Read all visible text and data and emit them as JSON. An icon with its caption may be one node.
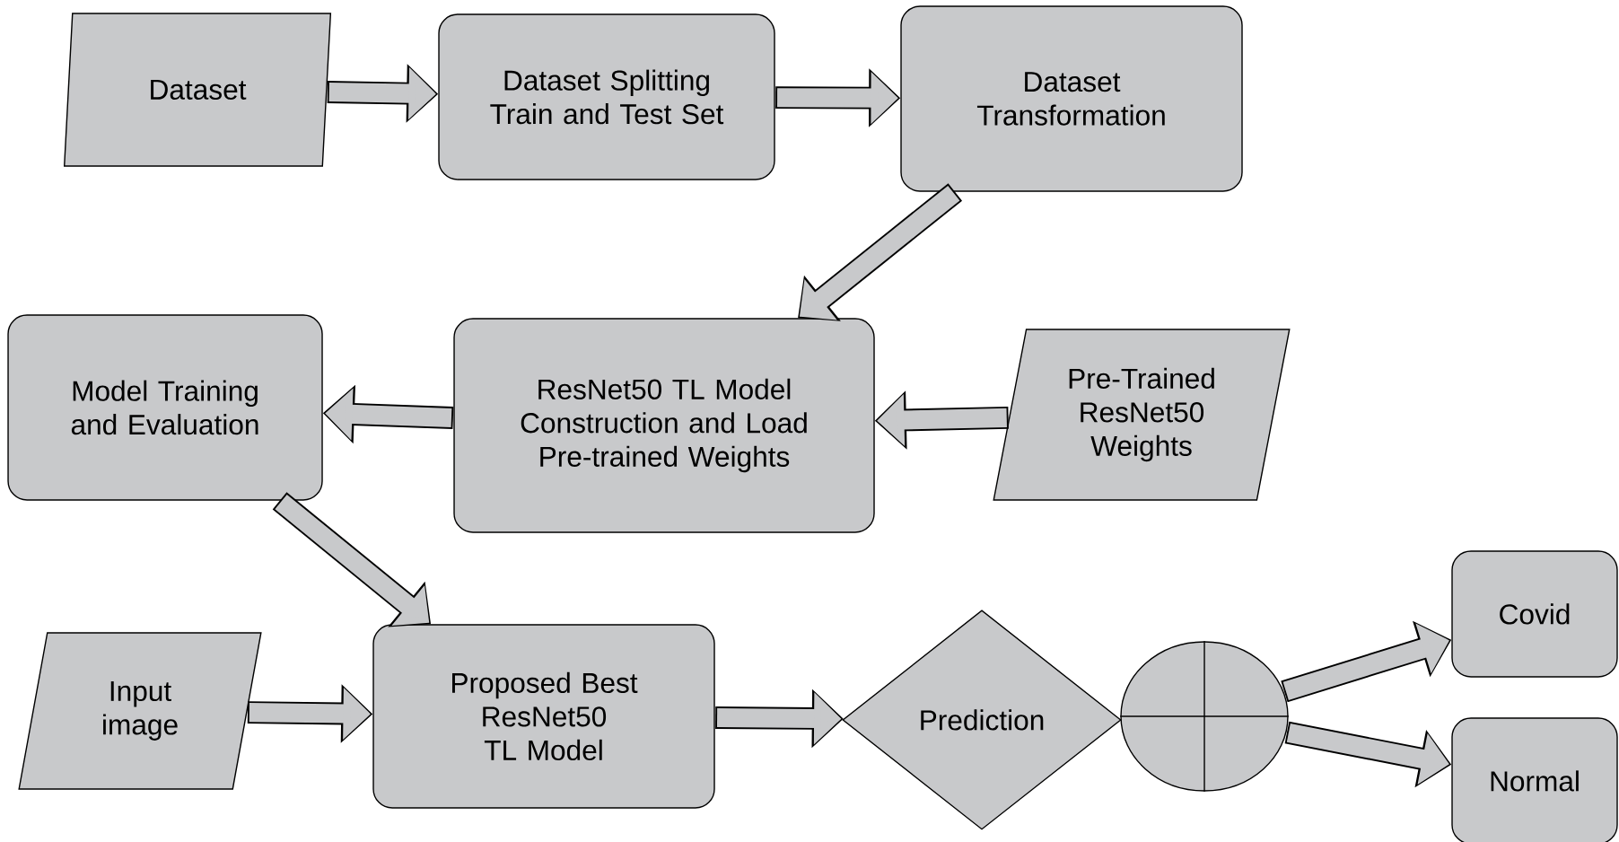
{
  "diagram": {
    "nodes": [
      {
        "text": [
          "Dataset"
        ]
      },
      {
        "text": [
          "Dataset Splitting Train and Test Set"
        ]
      },
      {
        "text": [
          "Dataset Transformation"
        ]
      },
      {
        "text": [
          "Model Training and Evaluation"
        ]
      },
      {
        "text": [
          "ResNet50 TL Model Construction and Load Pre-trained Weights"
        ]
      },
      {
        "text": [
          "Pre-Trained ResNet50 Weights"
        ]
      },
      {
        "text": [
          "Input image"
        ]
      },
      {
        "text": [
          "Proposed Best ResNet50 TL Model"
        ]
      },
      {
        "text": [
          "Prediction"
        ]
      },
      {
        "text": [],
        "shape": "circle"
      },
      {
        "text": [
          "Covid"
        ]
      },
      {
        "text": [
          "Normal"
        ]
      }
    ],
    "edges": [
      {
        "from": 0,
        "to": 1,
        "arrow": "to"
      },
      {
        "from": 1,
        "to": 2,
        "arrow": "to"
      },
      {
        "from": 2,
        "to": 4,
        "arrow": "to"
      },
      {
        "from": 4,
        "to": 3,
        "arrow": "to"
      },
      {
        "from": 5,
        "to": 4,
        "arrow": "to"
      },
      {
        "from": 3,
        "to": 7,
        "arrow": "to"
      },
      {
        "from": 6,
        "to": 7,
        "arrow": "to"
      },
      {
        "from": 7,
        "to": 8,
        "arrow": "to"
      },
      {
        "from": 9,
        "to": 10,
        "arrow": "to"
      },
      {
        "from": 9,
        "to": 11,
        "arrow": "to"
      }
    ]
  }
}
